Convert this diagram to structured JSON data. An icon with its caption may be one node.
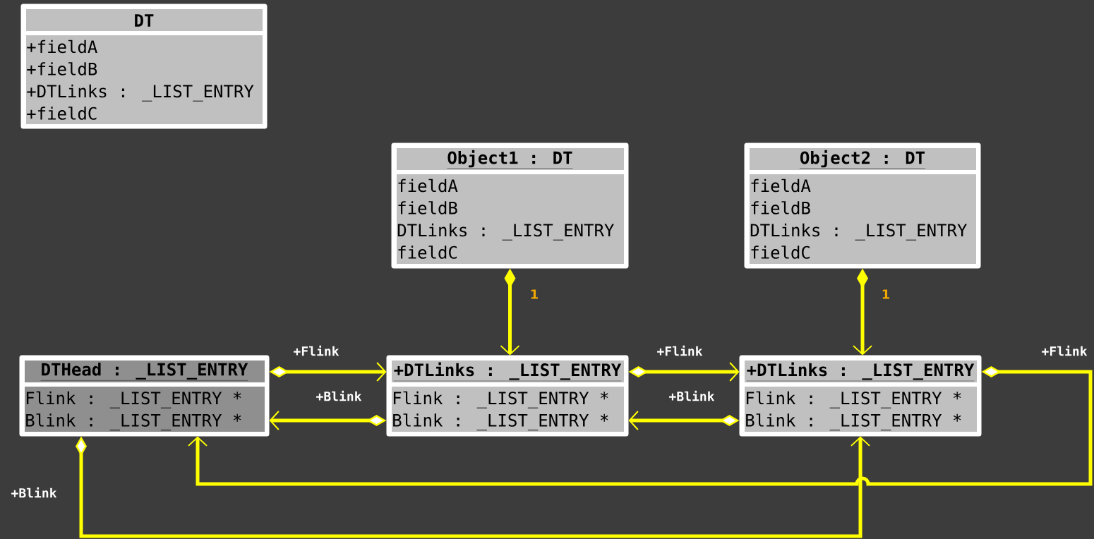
{
  "diagram": {
    "nodes": [
      {
        "text": [
          "DT",
          "+fieldA",
          "+fieldB",
          "+DTLinks : _LIST_ENTRY",
          "+fieldC"
        ]
      },
      {
        "text": [
          "Object1 : DT",
          "fieldA",
          "fieldB",
          "DTLinks : _LIST_ENTRY",
          "fieldC"
        ]
      },
      {
        "text": [
          "Object2 : DT",
          "fieldA",
          "fieldB",
          "DTLinks : _LIST_ENTRY",
          "fieldC"
        ]
      },
      {
        "text": [
          "DTHead : _LIST_ENTRY",
          "Flink : _LIST_ENTRY *",
          "Blink : _LIST_ENTRY *"
        ]
      },
      {
        "text": [
          "+DTLinks : _LIST_ENTRY",
          "Flink : _LIST_ENTRY *",
          "Blink : _LIST_ENTRY *"
        ]
      },
      {
        "text": [
          "+DTLinks : _LIST_ENTRY",
          "Flink : _LIST_ENTRY *",
          "Blink : _LIST_ENTRY *"
        ]
      }
    ],
    "edges": [
      {
        "from": 1,
        "to": 4,
        "arrow": "to",
        "label": "1"
      },
      {
        "from": 2,
        "to": 5,
        "arrow": "to",
        "label": "1"
      },
      {
        "from": 3,
        "to": 4,
        "arrow": "to",
        "label": "+Flink"
      },
      {
        "from": 4,
        "to": 3,
        "arrow": "to",
        "label": "+Blink"
      },
      {
        "from": 4,
        "to": 5,
        "arrow": "to",
        "label": "+Flink"
      },
      {
        "from": 5,
        "to": 4,
        "arrow": "to",
        "label": "+Blink"
      },
      {
        "from": 5,
        "to": 3,
        "arrow": "to",
        "label": "+Flink"
      },
      {
        "from": 3,
        "to": 5,
        "arrow": "to",
        "label": "+Blink"
      }
    ]
  }
}
